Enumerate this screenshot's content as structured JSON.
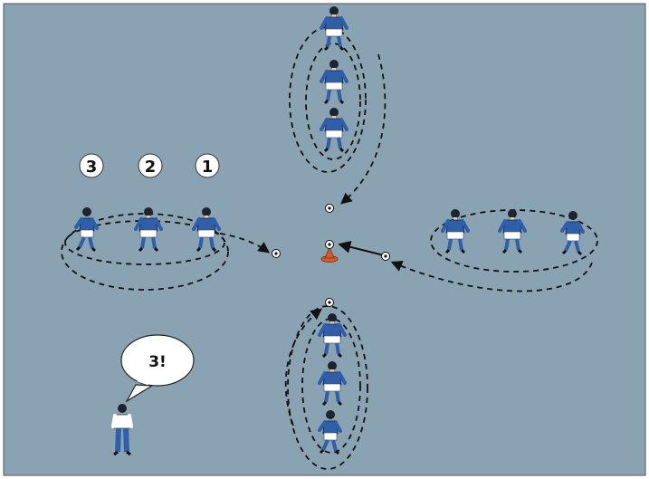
{
  "diagram": {
    "colors": {
      "field": "#8aa3b3",
      "jersey": "#2f5fa8",
      "shorts": "#ffffff",
      "socks": "#2f5fa8",
      "cone": "#d85a2a",
      "ball": "#ffffff",
      "path": "#111111"
    },
    "number_labels": [
      "3",
      "2",
      "1"
    ],
    "speech": "3!"
  }
}
